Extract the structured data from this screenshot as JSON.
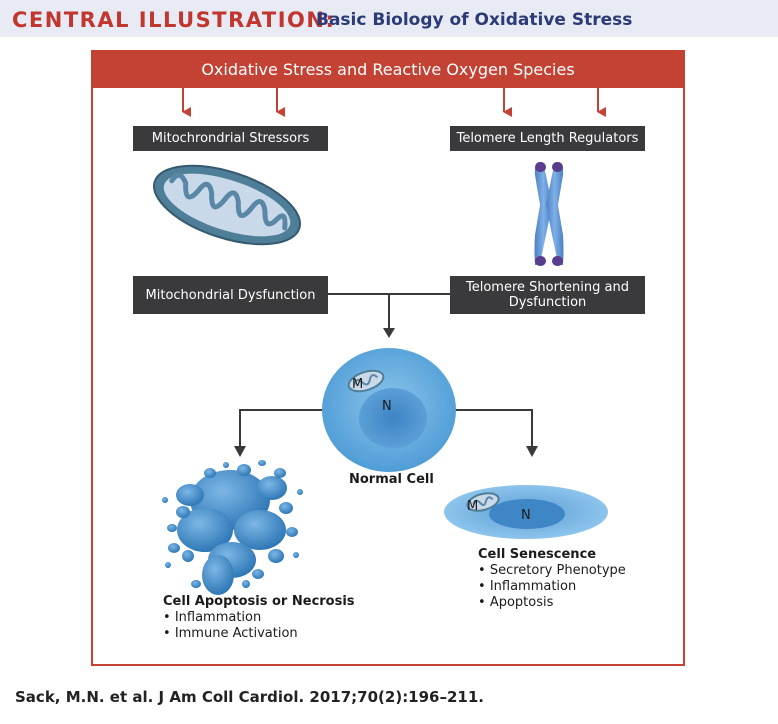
{
  "header": {
    "label": "CENTRAL ILLUSTRATION:",
    "title": "Basic Biology of Oxidative Stress"
  },
  "diagram": {
    "top_banner": "Oxidative Stress and Reactive Oxygen Species",
    "left_stressor": "Mitochrondrial Stressors",
    "right_stressor": "Telomere Length Regulators",
    "left_outcome": "Mitochondrial Dysfunction",
    "right_outcome_line1": "Telomere Shortening and",
    "right_outcome_line2": "Dysfunction",
    "normal_cell": "Normal Cell",
    "mito_mark": "M",
    "nucleus_mark": "N",
    "apoptosis": {
      "title": "Cell Apoptosis or Necrosis",
      "bullets": [
        "Inflammation",
        "Immune Activation"
      ]
    },
    "senescence": {
      "title": "Cell Senescence",
      "bullets": [
        "Secretory Phenotype",
        "Inflammation",
        "Apoptosis"
      ]
    }
  },
  "footer": {
    "citation": "Sack, M.N. et al. J Am Coll Cardiol. 2017;70(2):196–211."
  },
  "colors": {
    "accent_red": "#c44234",
    "title_blue": "#2b3a78",
    "box_dark": "#3a3a3c",
    "cell_blue": "#5aa3d6"
  },
  "icons": [
    "mitochondrion-icon",
    "chromosome-icon",
    "cell-icon",
    "apoptotic-cell-icon",
    "senescent-cell-icon"
  ]
}
